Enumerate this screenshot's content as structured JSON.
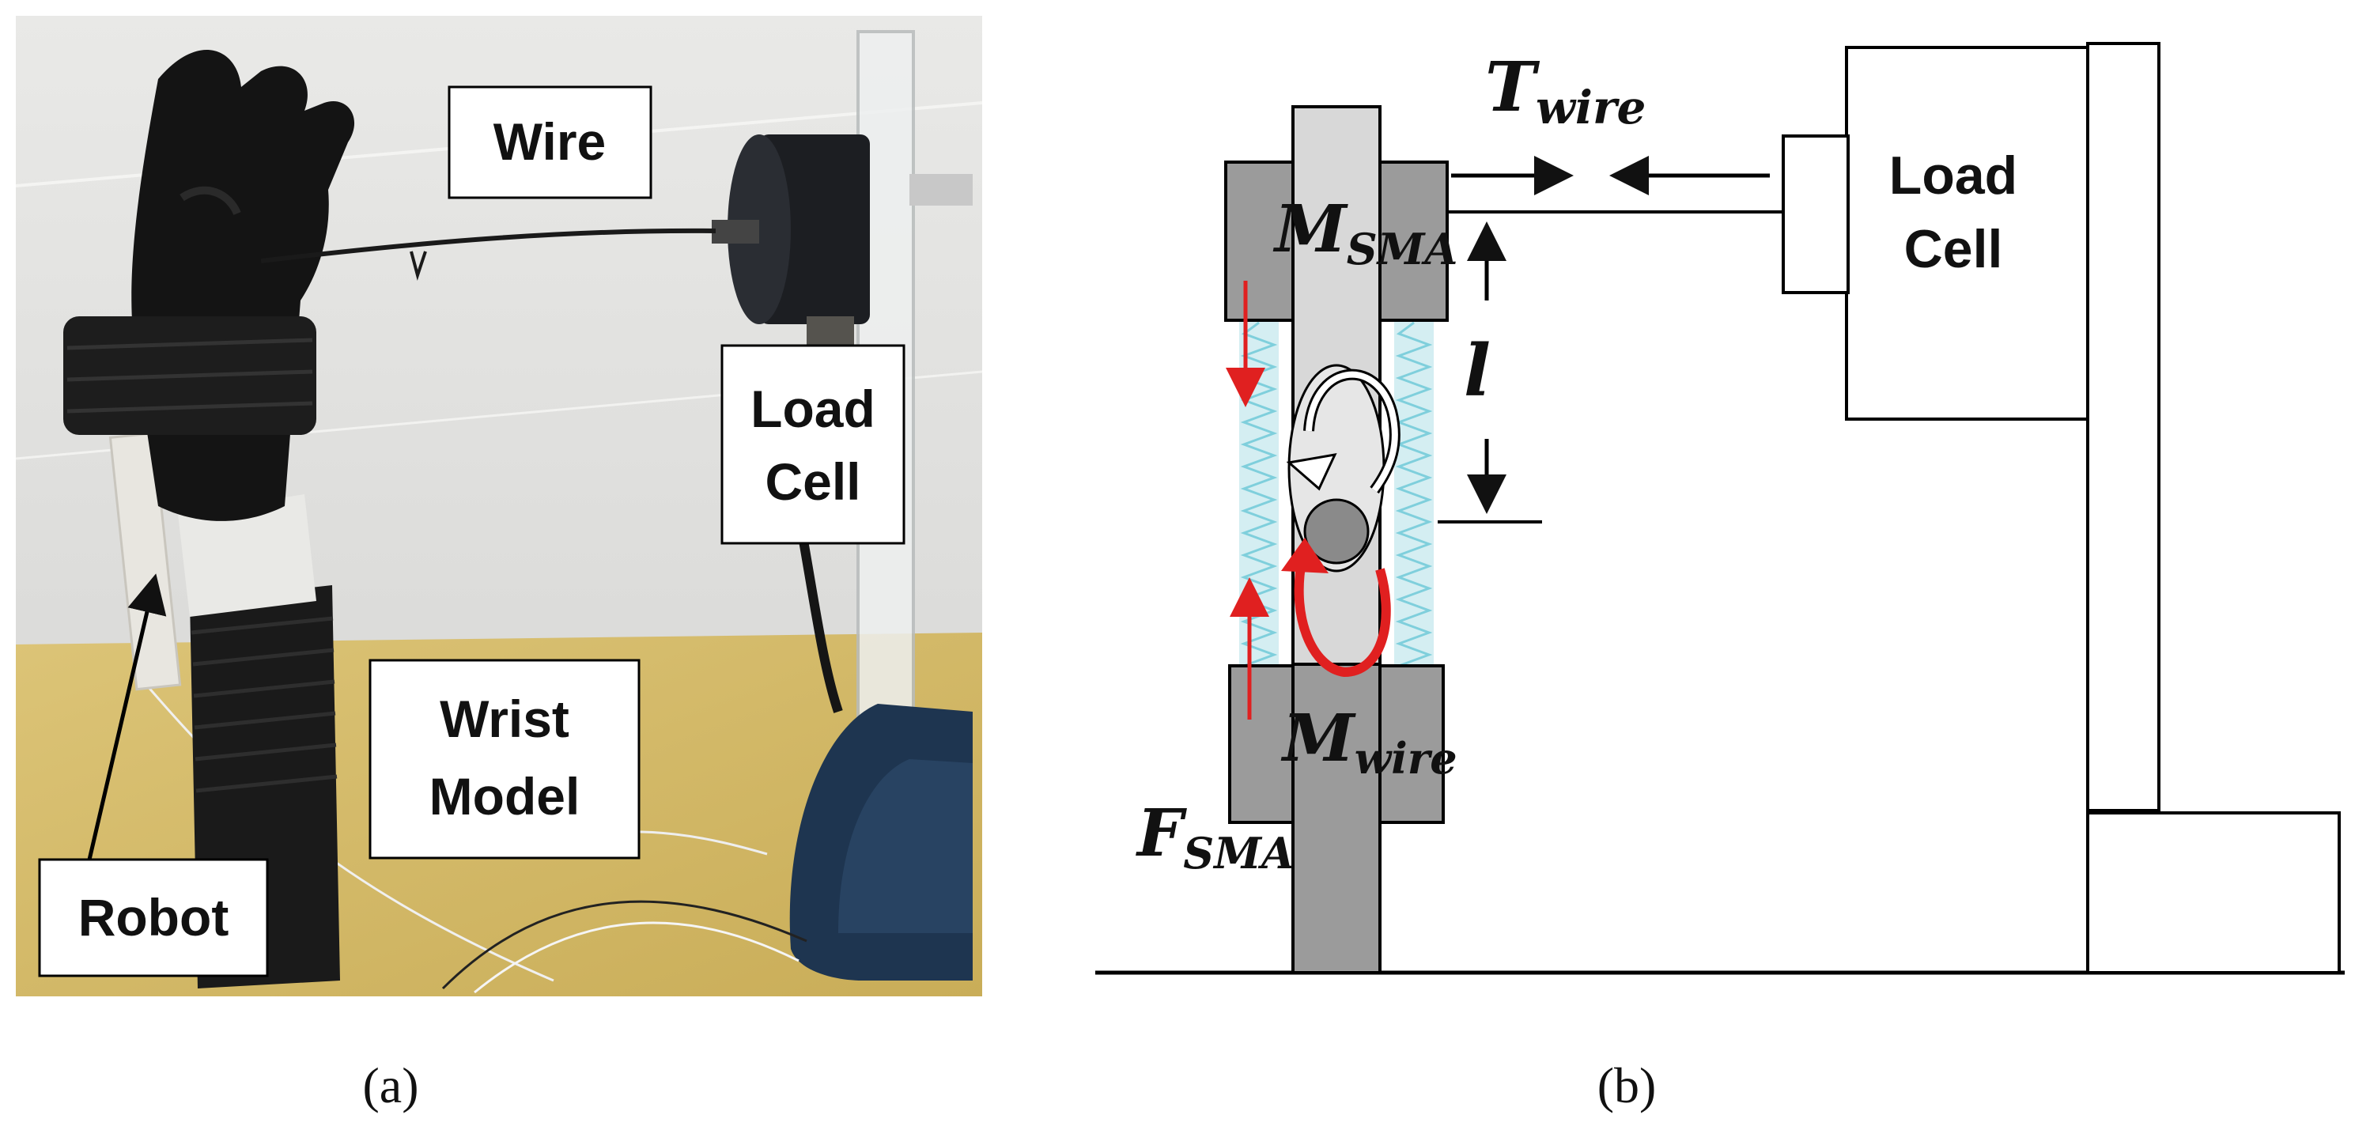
{
  "panel_a": {
    "labels": {
      "wire": "Wire",
      "load_cell_line1": "Load",
      "load_cell_line2": "Cell",
      "wrist_model_line1": "Wrist",
      "wrist_model_line2": "Model",
      "robot": "Robot"
    },
    "caption": "(a)"
  },
  "panel_b": {
    "labels": {
      "t_wire_main": "T",
      "t_wire_sub": "wire",
      "m_sma_main": "M",
      "m_sma_sub": "SMA",
      "m_wire_main": "M",
      "m_wire_sub": "wire",
      "f_sma_main": "F",
      "f_sma_sub": "SMA",
      "length": "l",
      "load_cell_line1": "Load",
      "load_cell_line2": "Cell"
    },
    "caption": "(b)"
  },
  "colors": {
    "spring": "#7fcfdc",
    "spring_fill": "#d4eef2",
    "red_arrow": "#e02020",
    "block_dark": "#9b9b9b",
    "block_light": "#d8d8d8",
    "joint": "#8a8a8a",
    "photo_wall": "#dcdcda",
    "photo_table": "#d2b96a"
  }
}
